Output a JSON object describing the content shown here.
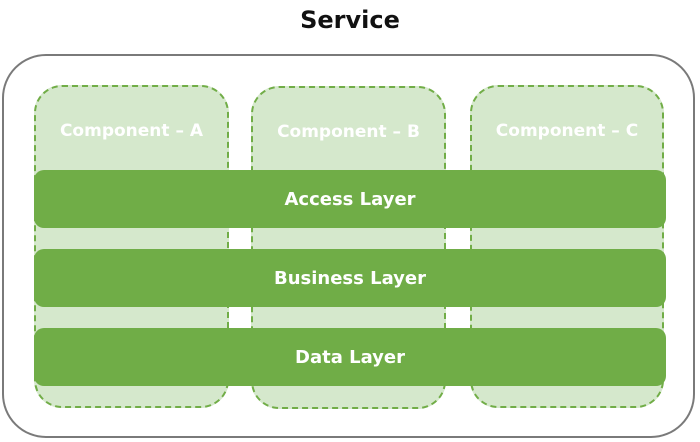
{
  "diagram": {
    "title": "Service",
    "components": [
      {
        "label": "Component – A"
      },
      {
        "label": "Component – B"
      },
      {
        "label": "Component – C"
      }
    ],
    "layers": [
      {
        "label": "Access Layer"
      },
      {
        "label": "Business Layer"
      },
      {
        "label": "Data Layer"
      }
    ]
  },
  "colors": {
    "layer_fill": "#70ad47",
    "component_fill": "#d5e8cc",
    "component_border": "#71ad47",
    "service_border": "#7a7a7a"
  }
}
